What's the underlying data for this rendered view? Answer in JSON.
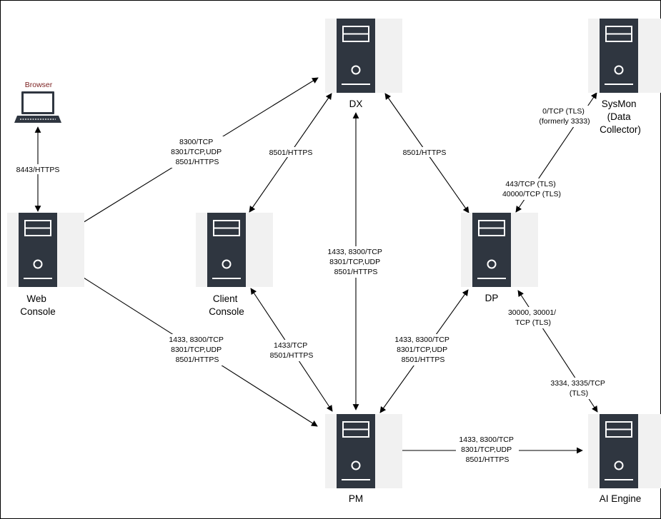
{
  "nodes": {
    "dx": {
      "lines": [
        "DX"
      ]
    },
    "sysmon": {
      "lines": [
        "SysMon",
        "(Data",
        "Collector)"
      ]
    },
    "web_console": {
      "lines": [
        "Web",
        "Console"
      ]
    },
    "client_console": {
      "lines": [
        "Client",
        "Console"
      ]
    },
    "dp": {
      "lines": [
        "DP"
      ]
    },
    "pm": {
      "lines": [
        "PM"
      ]
    },
    "ai_engine": {
      "lines": [
        "AI Engine"
      ]
    },
    "browser": {
      "lines": [
        "Browser"
      ]
    }
  },
  "connections": {
    "browser_web": [
      "8443/HTTPS"
    ],
    "web_dx": [
      "8300/TCP",
      "8301/TCP,UDP",
      "8501/HTTPS"
    ],
    "client_dx": [
      "8501/HTTPS"
    ],
    "dx_dp": [
      "8501/HTTPS"
    ],
    "dp_sysmon_a": [
      "0/TCP (TLS)",
      "(formerly 3333)"
    ],
    "dp_sysmon_b": [
      "443/TCP (TLS)",
      "40000/TCP (TLS)"
    ],
    "dx_pm": [
      "1433, 8300/TCP",
      "8301/TCP,UDP",
      "8501/HTTPS"
    ],
    "web_pm": [
      "1433, 8300/TCP",
      "8301/TCP,UDP",
      "8501/HTTPS"
    ],
    "client_pm": [
      "1433/TCP",
      "8501/HTTPS"
    ],
    "dp_pm": [
      "1433, 8300/TCP",
      "8301/TCP,UDP",
      "8501/HTTPS"
    ],
    "dp_ai_a": [
      "30000, 30001/",
      "TCP (TLS)"
    ],
    "dp_ai_b": [
      "3334, 3335/TCP",
      "(TLS)"
    ],
    "pm_ai": [
      "1433, 8300/TCP",
      "8301/TCP,UDP",
      "8501/HTTPS"
    ]
  }
}
